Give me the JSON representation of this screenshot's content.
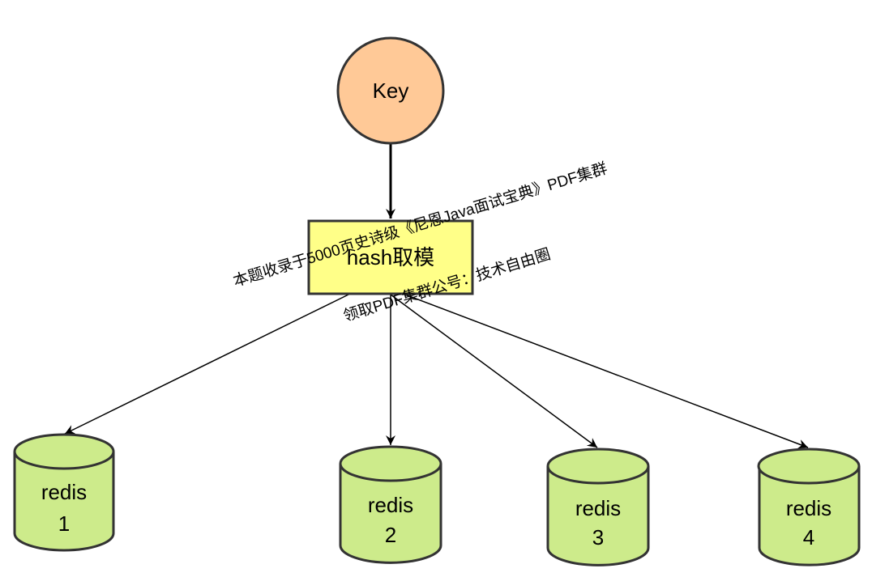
{
  "diagram": {
    "key_node": {
      "label": "Key",
      "fill": "#ffc997"
    },
    "hash_node": {
      "label": "hash取模",
      "fill": "#ffff88"
    },
    "redis_nodes": [
      {
        "line1": "redis",
        "line2": "1"
      },
      {
        "line1": "redis",
        "line2": "2"
      },
      {
        "line1": "redis",
        "line2": "3"
      },
      {
        "line1": "redis",
        "line2": "4"
      }
    ],
    "cylinder_fill": "#cdeb8b",
    "stroke": "#333333"
  },
  "watermark": {
    "line1": "本题收录于5000页史诗级《尼恩Java面试宝典》PDF集群",
    "line2": "领取PDF集群公号：技术自由圈"
  }
}
